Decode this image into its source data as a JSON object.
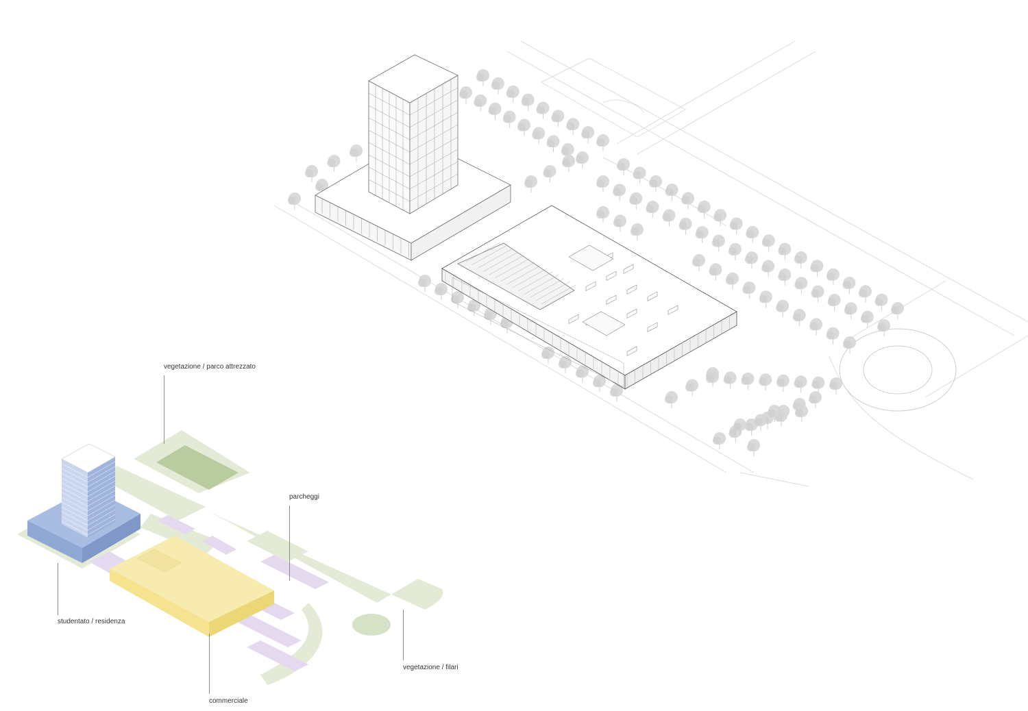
{
  "labels": {
    "vegetazione_parco": "vegetazione / parco attrezzato",
    "parcheggi": "parcheggi",
    "studentato": "studentato / residenza",
    "vegetazione_filari": "vegetazione / filari",
    "commerciale": "commerciale"
  },
  "colors": {
    "residenza": "#8fa7d3",
    "commerciale": "#f5e38f",
    "parco": "#b9cc9f",
    "verde_chiaro": "#e3ead6",
    "parcheggi": "#e4d9ef",
    "linee": "#9a9a9a",
    "alberi": "#d6d6d6"
  }
}
